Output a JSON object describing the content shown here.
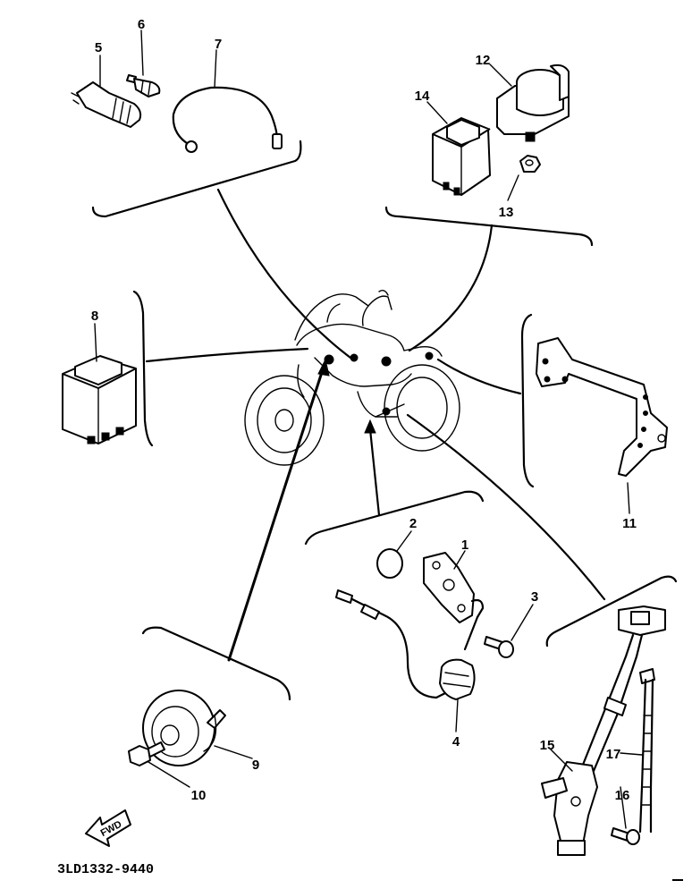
{
  "diagram": {
    "catalog_code": "3LD1332-9440",
    "direction_marker": "FWD",
    "callouts": [
      {
        "id": "1",
        "label": "1"
      },
      {
        "id": "2",
        "label": "2"
      },
      {
        "id": "3",
        "label": "3"
      },
      {
        "id": "4",
        "label": "4"
      },
      {
        "id": "5",
        "label": "5"
      },
      {
        "id": "6",
        "label": "6"
      },
      {
        "id": "7",
        "label": "7"
      },
      {
        "id": "8",
        "label": "8"
      },
      {
        "id": "9",
        "label": "9"
      },
      {
        "id": "10",
        "label": "10"
      },
      {
        "id": "11",
        "label": "11"
      },
      {
        "id": "12",
        "label": "12"
      },
      {
        "id": "13",
        "label": "13"
      },
      {
        "id": "14",
        "label": "14"
      },
      {
        "id": "15",
        "label": "15"
      },
      {
        "id": "16",
        "label": "16"
      },
      {
        "id": "17",
        "label": "17"
      }
    ]
  }
}
